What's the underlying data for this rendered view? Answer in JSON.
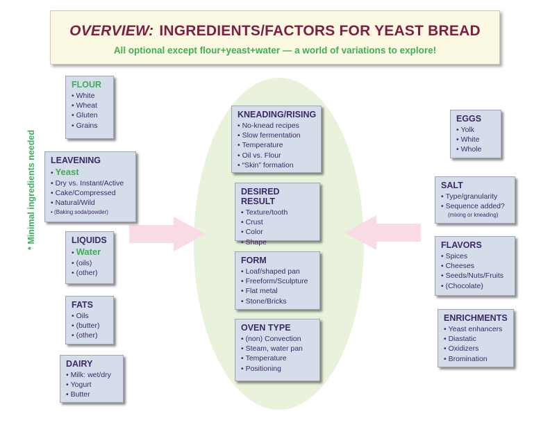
{
  "header": {
    "title_italic": "OVERVIEW:",
    "title_main": "INGREDIENTS/FACTORS FOR YEAST BREAD",
    "subtitle": "All optional except flour+yeast+water — a world of variations to explore!"
  },
  "side_label": "* Minimal ingredients needed",
  "left_boxes": {
    "flour": {
      "title": "FLOUR",
      "items": [
        "White",
        "Wheat",
        "Gluten",
        "Grains"
      ]
    },
    "leavening": {
      "title": "LEAVENING",
      "items": [
        "Yeast",
        "Dry vs. Instant/Active",
        "Cake/Compressed",
        "Natural/Wild",
        "(Baking soda/powder)"
      ]
    },
    "liquids": {
      "title": "LIQUIDS",
      "items": [
        "Water",
        "(oils)",
        "(other)"
      ]
    },
    "fats": {
      "title": "FATS",
      "items": [
        "Oils",
        "(butter)",
        "(other)"
      ]
    },
    "dairy": {
      "title": "DAIRY",
      "items": [
        "Milk: wet/dry",
        "Yogurt",
        "Butter"
      ]
    }
  },
  "center_boxes": {
    "kneading": {
      "title": "KNEADING/RISING",
      "items": [
        "No-knead recipes",
        "Slow fermentation",
        "Temperature",
        "Oil vs. Flour",
        "“Skin” formation"
      ]
    },
    "result": {
      "title": "DESIRED RESULT",
      "items": [
        "Texture/tooth",
        "Crust",
        "Color",
        "Shape"
      ]
    },
    "form": {
      "title": "FORM",
      "items": [
        "Loaf/shaped pan",
        "Freeform/Sculpture",
        "Flat metal",
        "Stone/Bricks"
      ]
    },
    "oven": {
      "title": "OVEN TYPE",
      "items": [
        "(non) Convection",
        "Steam, water pan",
        "Temperature",
        "Positioning"
      ]
    }
  },
  "right_boxes": {
    "eggs": {
      "title": "EGGS",
      "items": [
        "Yolk",
        "White",
        "Whole"
      ]
    },
    "salt": {
      "title": "SALT",
      "items": [
        "Type/granularity",
        "Sequence added?",
        "(mixing or kneading)"
      ]
    },
    "flavors": {
      "title": "FLAVORS",
      "items": [
        "Spices",
        "Cheeses",
        "Seeds/Nuts/Fruits",
        "(Chocolate)"
      ]
    },
    "enrichments": {
      "title": "ENRICHMENTS",
      "items": [
        "Yeast enhancers",
        "Diastatic",
        "Oxidizers",
        "Bromination"
      ]
    }
  },
  "colors": {
    "title": "#7d1f45",
    "accent_green": "#3fae57",
    "box_fill": "#d5dcea",
    "text": "#3a2a6a",
    "ellipse": "#e9f2da",
    "arrow": "#f9dbe6"
  }
}
